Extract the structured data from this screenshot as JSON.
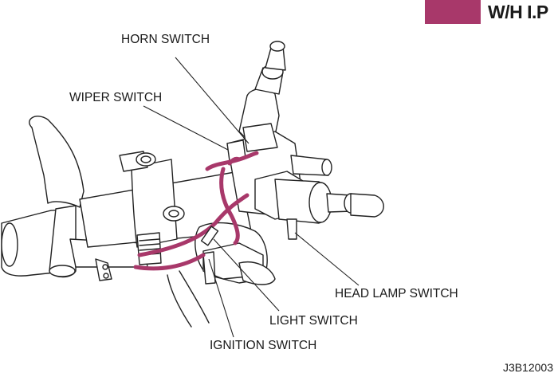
{
  "header": {
    "section_badge_color": "#a8386a",
    "section_title": "W/H I.P"
  },
  "diagram": {
    "subject": "steering column combination switch wiring harness",
    "harness_color": "#a8386a",
    "callouts": [
      {
        "id": "horn",
        "text": "HORN SWITCH"
      },
      {
        "id": "wiper",
        "text": "WIPER SWITCH"
      },
      {
        "id": "headlamp",
        "text": "HEAD LAMP SWITCH"
      },
      {
        "id": "light",
        "text": "LIGHT SWITCH"
      },
      {
        "id": "ignition",
        "text": "IGNITION SWITCH"
      }
    ]
  },
  "footer": {
    "figure_code": "J3B12003"
  }
}
